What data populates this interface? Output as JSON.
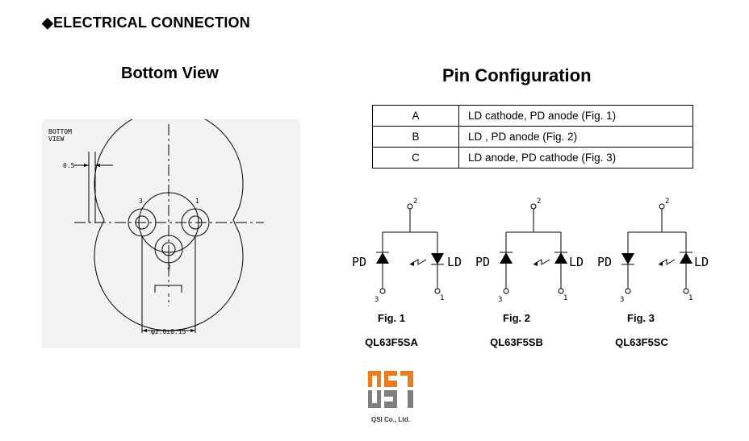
{
  "heading": {
    "bullet": "◆",
    "title": "ELECTRICAL CONNECTION"
  },
  "bottom_view": {
    "title": "Bottom View",
    "drawing_label_line1": "BOTTOM",
    "drawing_label_line2": "VIEW",
    "dimension_top": "0.5",
    "dimension_bottom": "φ2.0±0.15",
    "pin_numbers": [
      "1",
      "2",
      "3"
    ]
  },
  "pin_configuration": {
    "title": "Pin Configuration",
    "rows": [
      {
        "pin": "A",
        "description": "LD cathode, PD anode (Fig. 1)"
      },
      {
        "pin": "B",
        "description": "LD , PD anode (Fig. 2)"
      },
      {
        "pin": "C",
        "description": "LD anode, PD cathode (Fig. 3)"
      }
    ]
  },
  "figures": [
    {
      "fig": "Fig. 1",
      "part": "QL63F5SA",
      "pd_label": "PD",
      "ld_label": "LD",
      "pins": [
        "2",
        "3",
        "1"
      ]
    },
    {
      "fig": "Fig. 2",
      "part": "QL63F5SB",
      "pd_label": "PD",
      "ld_label": "LD",
      "pins": [
        "2",
        "3",
        "1"
      ]
    },
    {
      "fig": "Fig. 3",
      "part": "QL63F5SC",
      "pd_label": "PD",
      "ld_label": "LD",
      "pins": [
        "2",
        "3",
        "1"
      ]
    }
  ],
  "logo": {
    "name": "qsi-logo",
    "text": "QSI",
    "company": "QSI Co., Ltd.",
    "colors": {
      "orange": "#f07c1e",
      "gray": "#7f7f7f"
    }
  }
}
